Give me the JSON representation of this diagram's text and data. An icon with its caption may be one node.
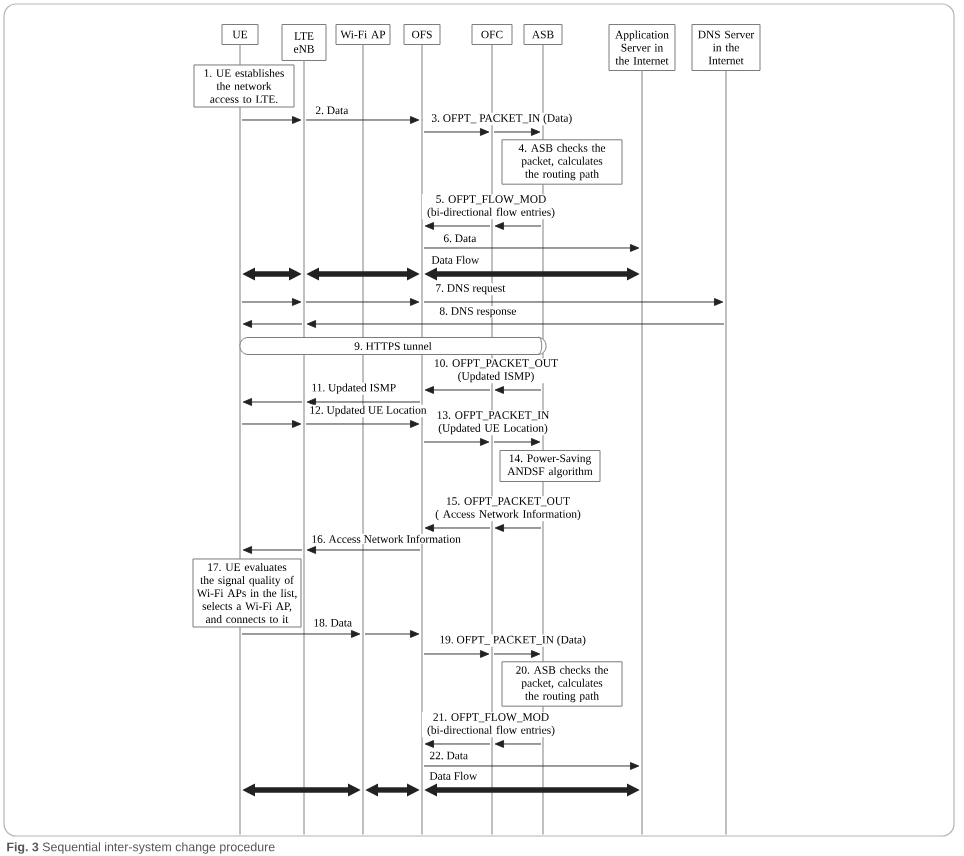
{
  "diagram": {
    "caption": "**Fig. 3** Sequential inter-system change procedure",
    "nodes": [
      {
        "text": [
          "UE"
        ]
      },
      {
        "text": [
          "LTE eNB"
        ]
      },
      {
        "text": [
          "Wi-Fi AP"
        ]
      },
      {
        "text": [
          "OFS"
        ]
      },
      {
        "text": [
          "OFC"
        ]
      },
      {
        "text": [
          "ASB"
        ]
      },
      {
        "text": [
          "Application Server in the Internet"
        ]
      },
      {
        "text": [
          "DNS Server in the Internet"
        ]
      },
      {
        "text": [],
        "shape": "line"
      },
      {
        "text": [],
        "shape": "line"
      },
      {
        "text": [],
        "shape": "line"
      },
      {
        "text": [],
        "shape": "line"
      },
      {
        "text": [],
        "shape": "line"
      },
      {
        "text": [],
        "shape": "line"
      },
      {
        "text": [],
        "shape": "line"
      },
      {
        "text": [],
        "shape": "line"
      },
      {
        "text": [
          "1. UE establishes the network access to LTE."
        ]
      },
      {
        "text": [
          "4. ASB checks the packet, calculates the routing path"
        ]
      },
      {
        "text": [
          "9. HTTPS tunnel"
        ]
      },
      {
        "text": [
          "14. Power-Saving ANDSF algorithm"
        ]
      },
      {
        "text": [
          "17. UE evaluates the signal quality of Wi-Fi APs in the list, selects a Wi-Fi AP, and connects to it"
        ]
      },
      {
        "text": [
          "20. ASB checks the packet, calculates the routing path"
        ]
      }
    ],
    "edges": [
      {
        "from": 8,
        "to": 9,
        "arrow": "to"
      },
      {
        "from": 9,
        "to": 11,
        "arrow": "to",
        "label": "2. Data"
      },
      {
        "from": 11,
        "to": 12,
        "arrow": "to",
        "label": "3. OFPT_ PACKET_IN (Data)"
      },
      {
        "from": 12,
        "to": 13,
        "arrow": "to"
      },
      {
        "from": 13,
        "to": 12,
        "arrow": "to",
        "label": "5. OFPT_FLOW_MOD (bi-directional flow entries)"
      },
      {
        "from": 12,
        "to": 11,
        "arrow": "to"
      },
      {
        "from": 11,
        "to": 14,
        "arrow": "to",
        "label": "6. Data"
      },
      {
        "from": 8,
        "to": 9,
        "arrow": "both",
        "style": "thick"
      },
      {
        "from": 9,
        "to": 11,
        "arrow": "both",
        "style": "thick"
      },
      {
        "from": 11,
        "to": 14,
        "arrow": "both",
        "style": "thick",
        "label": "Data Flow"
      },
      {
        "from": 8,
        "to": 9,
        "arrow": "to"
      },
      {
        "from": 9,
        "to": 11,
        "arrow": "to"
      },
      {
        "from": 11,
        "to": 15,
        "arrow": "to",
        "label": "7. DNS request"
      },
      {
        "from": 15,
        "to": 9,
        "arrow": "to",
        "label": "8. DNS response"
      },
      {
        "from": 9,
        "to": 8,
        "arrow": "to"
      },
      {
        "from": 13,
        "to": 12,
        "arrow": "to",
        "label": "10. OFPT_PACKET_OUT (Updated ISMP)"
      },
      {
        "from": 12,
        "to": 11,
        "arrow": "to"
      },
      {
        "from": 11,
        "to": 9,
        "arrow": "to",
        "label": "11. Updated ISMP"
      },
      {
        "from": 9,
        "to": 8,
        "arrow": "to"
      },
      {
        "from": 8,
        "to": 9,
        "arrow": "to"
      },
      {
        "from": 9,
        "to": 11,
        "arrow": "to",
        "label": "12. Updated UE Location"
      },
      {
        "from": 11,
        "to": 12,
        "arrow": "to",
        "label": "13. OFPT_PACKET_IN (Updated UE Location)"
      },
      {
        "from": 12,
        "to": 13,
        "arrow": "to"
      },
      {
        "from": 13,
        "to": 12,
        "arrow": "to",
        "label": "15. OFPT_PACKET_OUT ( Access Network Information)"
      },
      {
        "from": 12,
        "to": 11,
        "arrow": "to"
      },
      {
        "from": 11,
        "to": 9,
        "arrow": "to",
        "label": "16. Access Network Information"
      },
      {
        "from": 9,
        "to": 8,
        "arrow": "to"
      },
      {
        "from": 8,
        "to": 10,
        "arrow": "to",
        "label": "18. Data"
      },
      {
        "from": 10,
        "to": 11,
        "arrow": "to"
      },
      {
        "from": 11,
        "to": 12,
        "arrow": "to",
        "label": "19. OFPT_ PACKET_IN (Data)"
      },
      {
        "from": 12,
        "to": 13,
        "arrow": "to"
      },
      {
        "from": 13,
        "to": 12,
        "arrow": "to",
        "label": "21. OFPT_FLOW_MOD (bi-directional flow entries)"
      },
      {
        "from": 12,
        "to": 11,
        "arrow": "to"
      },
      {
        "from": 11,
        "to": 14,
        "arrow": "to",
        "label": "22. Data"
      },
      {
        "from": 8,
        "to": 10,
        "arrow": "both",
        "style": "thick"
      },
      {
        "from": 10,
        "to": 11,
        "arrow": "both",
        "style": "thick"
      },
      {
        "from": 11,
        "to": 14,
        "arrow": "both",
        "style": "thick",
        "label": "Data Flow"
      }
    ]
  }
}
